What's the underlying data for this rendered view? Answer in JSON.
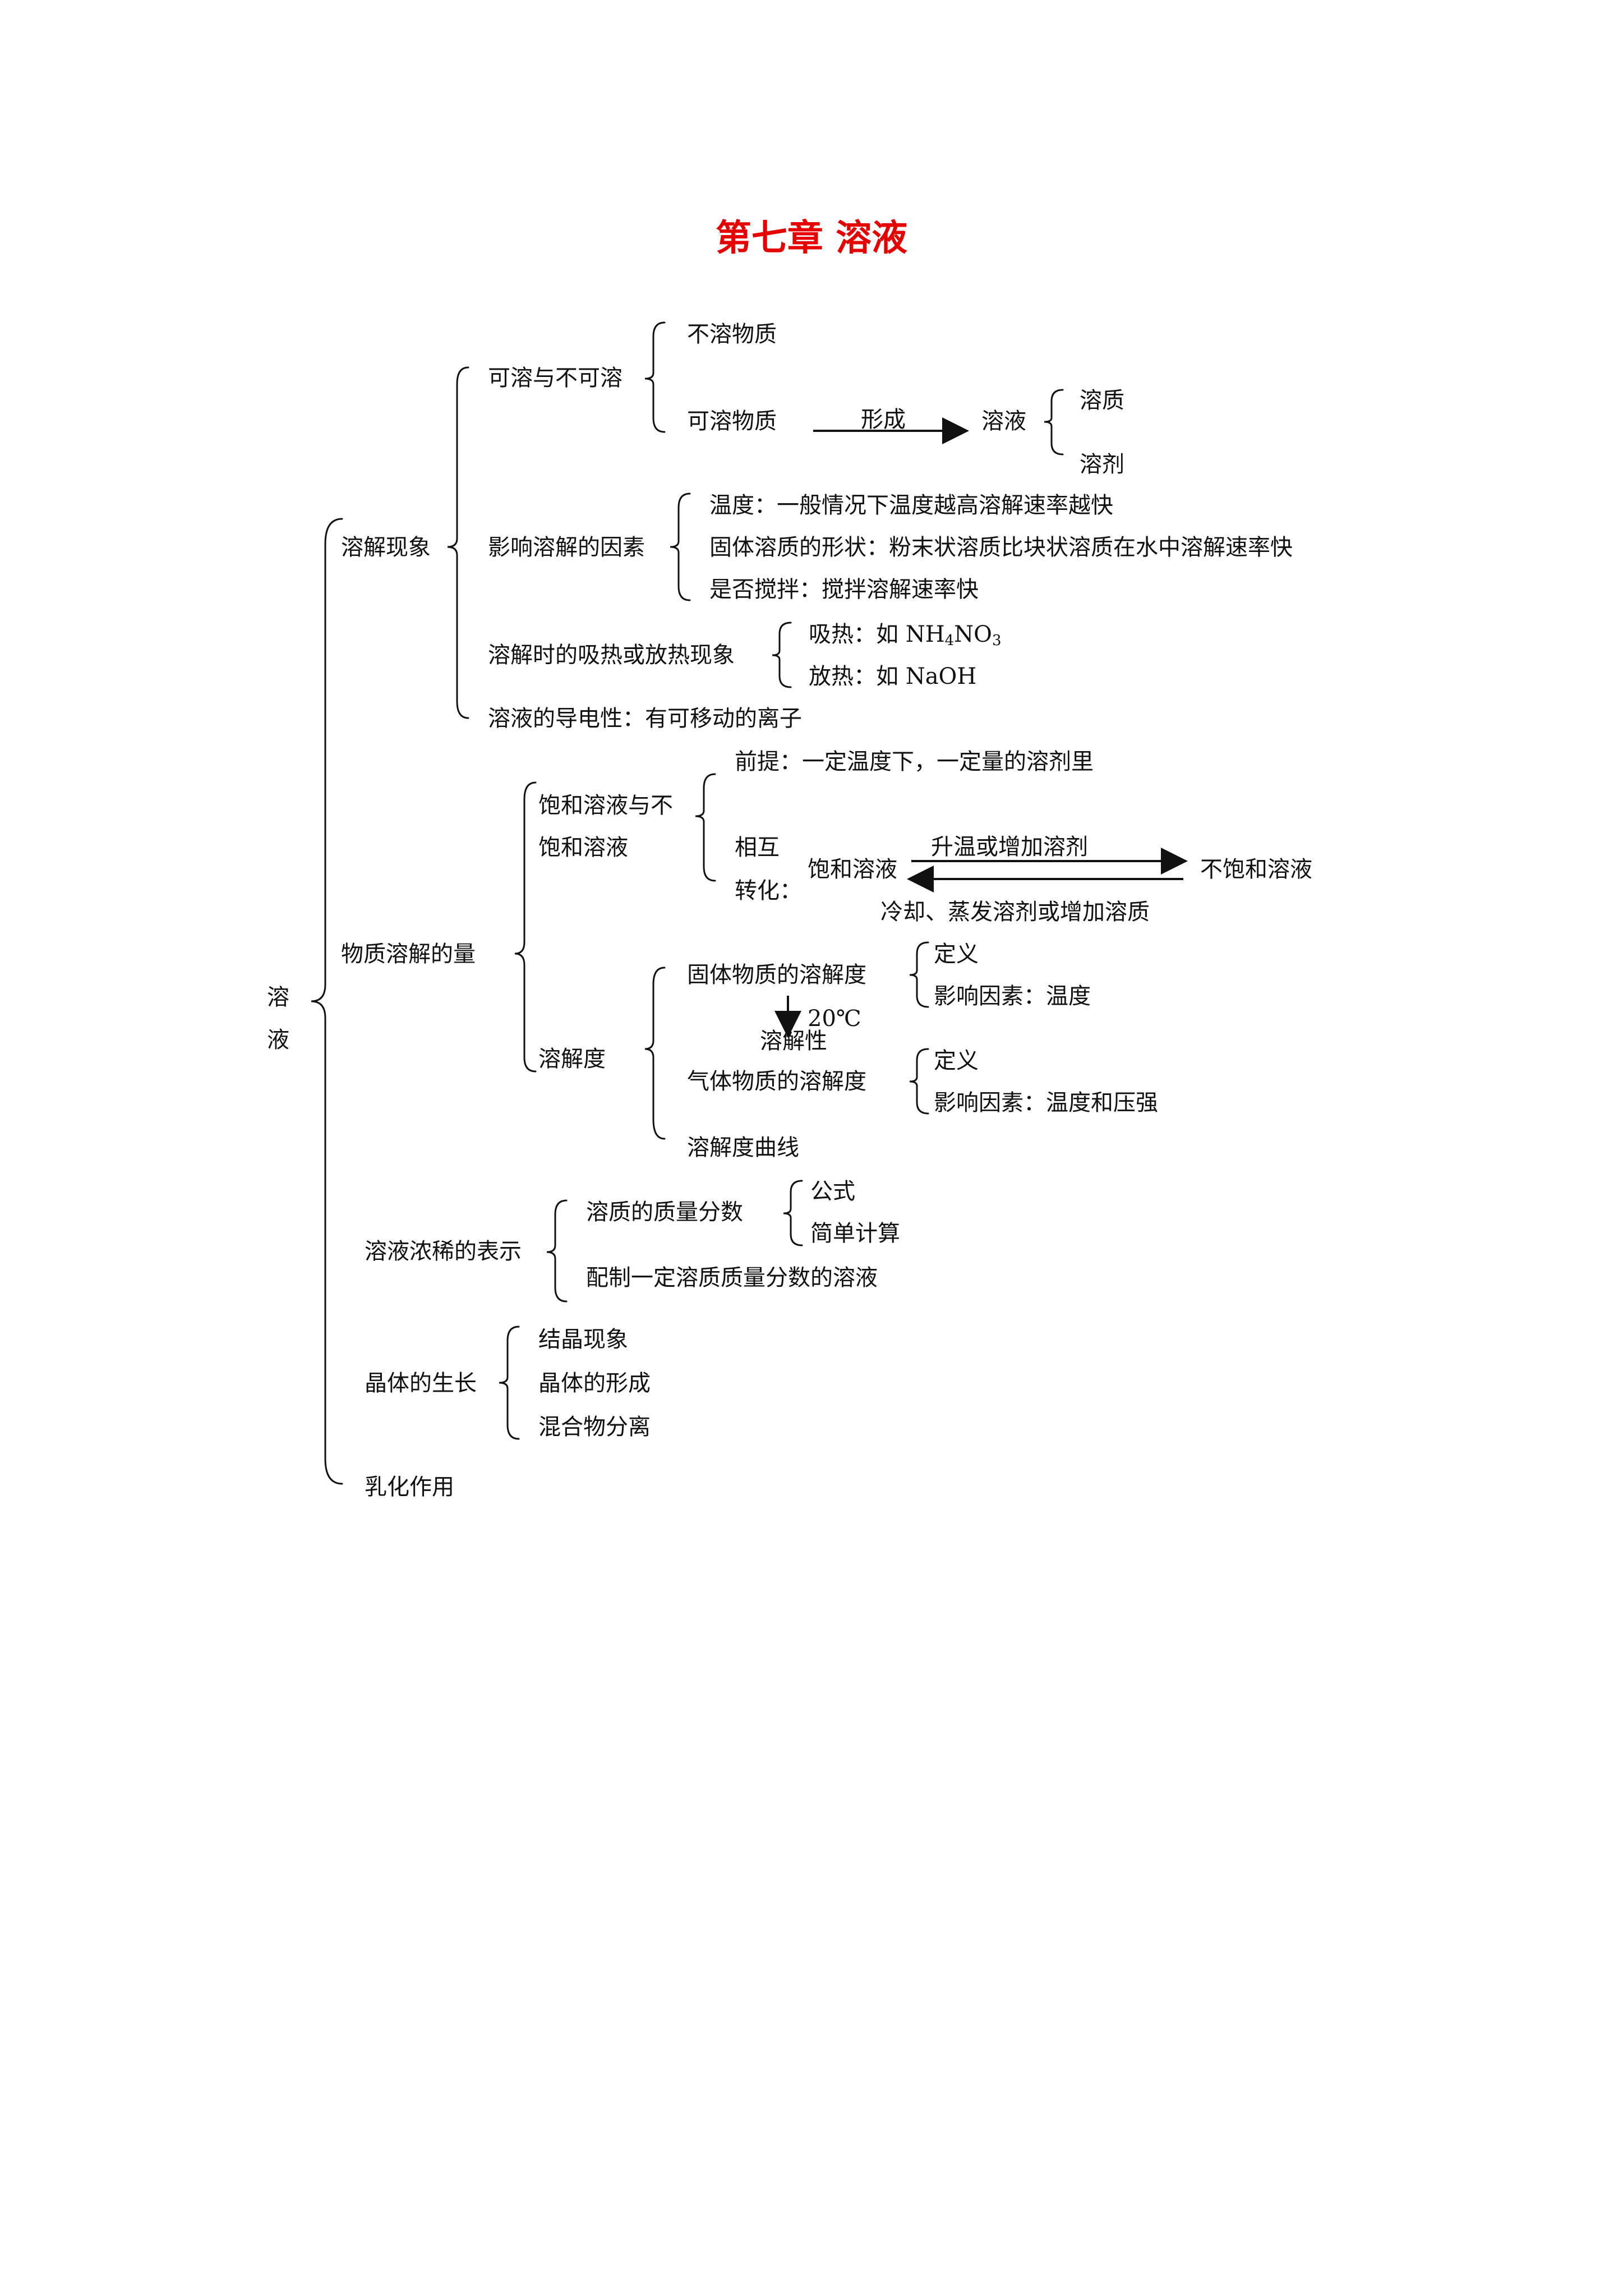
{
  "title": "第七章  溶液",
  "root": "溶 液",
  "branches": {
    "dissolution": {
      "label": "溶解现象",
      "soluble": {
        "label": "可溶与不可溶",
        "insoluble": "不溶物质",
        "soluble_sub": "可溶物质",
        "forms": "形成",
        "solution": "溶液",
        "solute": "溶质",
        "solvent": "溶剂"
      },
      "factors": {
        "label": "影响溶解的因素",
        "items": [
          "温度：一般情况下温度越高溶解速率越快",
          "固体溶质的形状：粉末状溶质比块状溶质在水中溶解速率快",
          "是否搅拌：搅拌溶解速率快"
        ]
      },
      "heat": {
        "label": "溶解时的吸热或放热现象",
        "absorb_prefix": "吸热：如 NH",
        "absorb_sub1": "4",
        "absorb_mid": "NO",
        "absorb_sub2": "3",
        "release": "放热：如 NaOH"
      },
      "conductivity": "溶液的导电性：有可移动的离子"
    },
    "amount": {
      "label": "物质溶解的量",
      "saturated": {
        "label_line1": "饱和溶液与不",
        "label_line2": "饱和溶液",
        "premise": "前提：一定温度下，一定量的溶剂里",
        "convert_line1": "相互",
        "convert_line2": "转化：",
        "saturated_solution": "饱和溶液",
        "forward": "升温或增加溶剂",
        "unsaturated_solution": "不饱和溶液",
        "backward": "冷却、蒸发溶剂或增加溶质"
      },
      "solubility": {
        "label": "溶解度",
        "solid": "固体物质的溶解度",
        "solid_def": "定义",
        "solid_factor": "影响因素：温度",
        "temp": "20℃",
        "solubility_prop": "溶解性",
        "gas": "气体物质的溶解度",
        "gas_def": "定义",
        "gas_factor": "影响因素：温度和压强",
        "curve": "溶解度曲线"
      }
    },
    "concentration": {
      "label": "溶液浓稀的表示",
      "mass_fraction": "溶质的质量分数",
      "formula": "公式",
      "calc": "简单计算",
      "prepare": "配制一定溶质质量分数的溶液"
    },
    "crystal": {
      "label": "晶体的生长",
      "items": [
        "结晶现象",
        "晶体的形成",
        "混合物分离"
      ]
    },
    "emulsify": "乳化作用"
  }
}
